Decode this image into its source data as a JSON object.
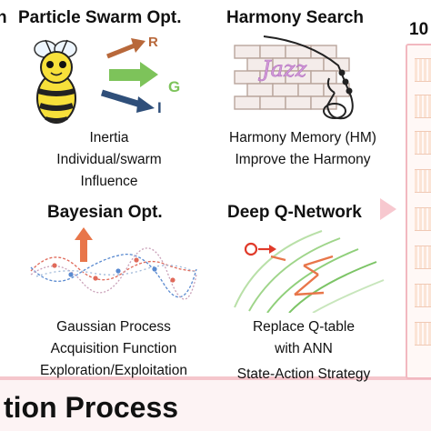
{
  "headings": {
    "left_edge": "n",
    "pso": "Particle Swarm Opt.",
    "hs": "Harmony Search",
    "side": "10",
    "bo": "Bayesian Opt.",
    "dqn": "Deep Q-Network"
  },
  "pso": {
    "arrow_labels": {
      "r": "R",
      "g": "G",
      "i": "I"
    },
    "captions": [
      "Inertia",
      "Individual/swarm",
      "Influence"
    ]
  },
  "hs": {
    "sign_text": "Jazz",
    "captions": [
      "Harmony Memory (HM)",
      "Improve the Harmony"
    ]
  },
  "bo": {
    "captions": [
      "Gaussian Process",
      "Acquisition Function",
      "Exploration/Exploitation"
    ]
  },
  "dqn": {
    "captions": [
      "Replace Q-table",
      "with ANN",
      "State-Action Strategy"
    ]
  },
  "footer": {
    "title": "tion Process"
  },
  "colors": {
    "r_arrow": "#b8683a",
    "g_arrow": "#7dc35a",
    "i_arrow": "#2f4f7a",
    "bee_yellow": "#f7e03a",
    "brick": "#c9b8b0",
    "accent_pink": "#f5c6cc",
    "gp_red": "#e06a5a",
    "gp_blue": "#5a8ad0",
    "rl_green": "#8fcf7a",
    "rl_orange": "#e8764a"
  }
}
